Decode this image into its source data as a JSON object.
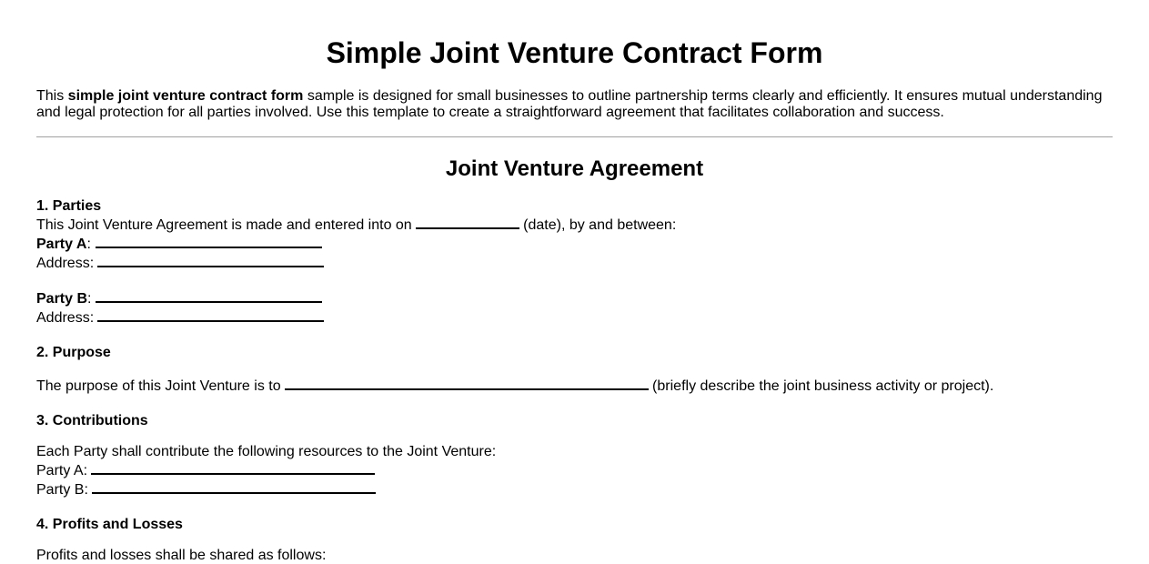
{
  "document": {
    "title": "Simple Joint Venture Contract Form",
    "intro": {
      "prefix": "This ",
      "bold": "simple joint venture contract form",
      "suffix": " sample is designed for small businesses to outline partnership terms clearly and efficiently. It ensures mutual understanding and legal protection for all parties involved. Use this template to create a straightforward agreement that facilitates collaboration and success."
    },
    "agreement_title": "Joint Venture Agreement",
    "sections": {
      "parties": {
        "title": "1. Parties",
        "intro_before": "This Joint Venture Agreement is made and entered into on",
        "intro_after": " (date), by and between:",
        "party_a_label": "Party A",
        "party_b_label": "Party B",
        "colon": ":",
        "address_label": "Address:",
        "date_value": "",
        "party_a_value": "",
        "party_a_address": "",
        "party_b_value": "",
        "party_b_address": ""
      },
      "purpose": {
        "title": "2. Purpose",
        "text_before": "The purpose of this Joint Venture is to",
        "text_after": " (briefly describe the joint business activity or project).",
        "value": ""
      },
      "contributions": {
        "title": "3. Contributions",
        "text": "Each Party shall contribute the following resources to the Joint Venture:",
        "party_a_label": "Party A:",
        "party_b_label": "Party B:",
        "party_a_value": "",
        "party_b_value": ""
      },
      "profits": {
        "title": "4. Profits and Losses",
        "text": "Profits and losses shall be shared as follows:"
      }
    }
  }
}
